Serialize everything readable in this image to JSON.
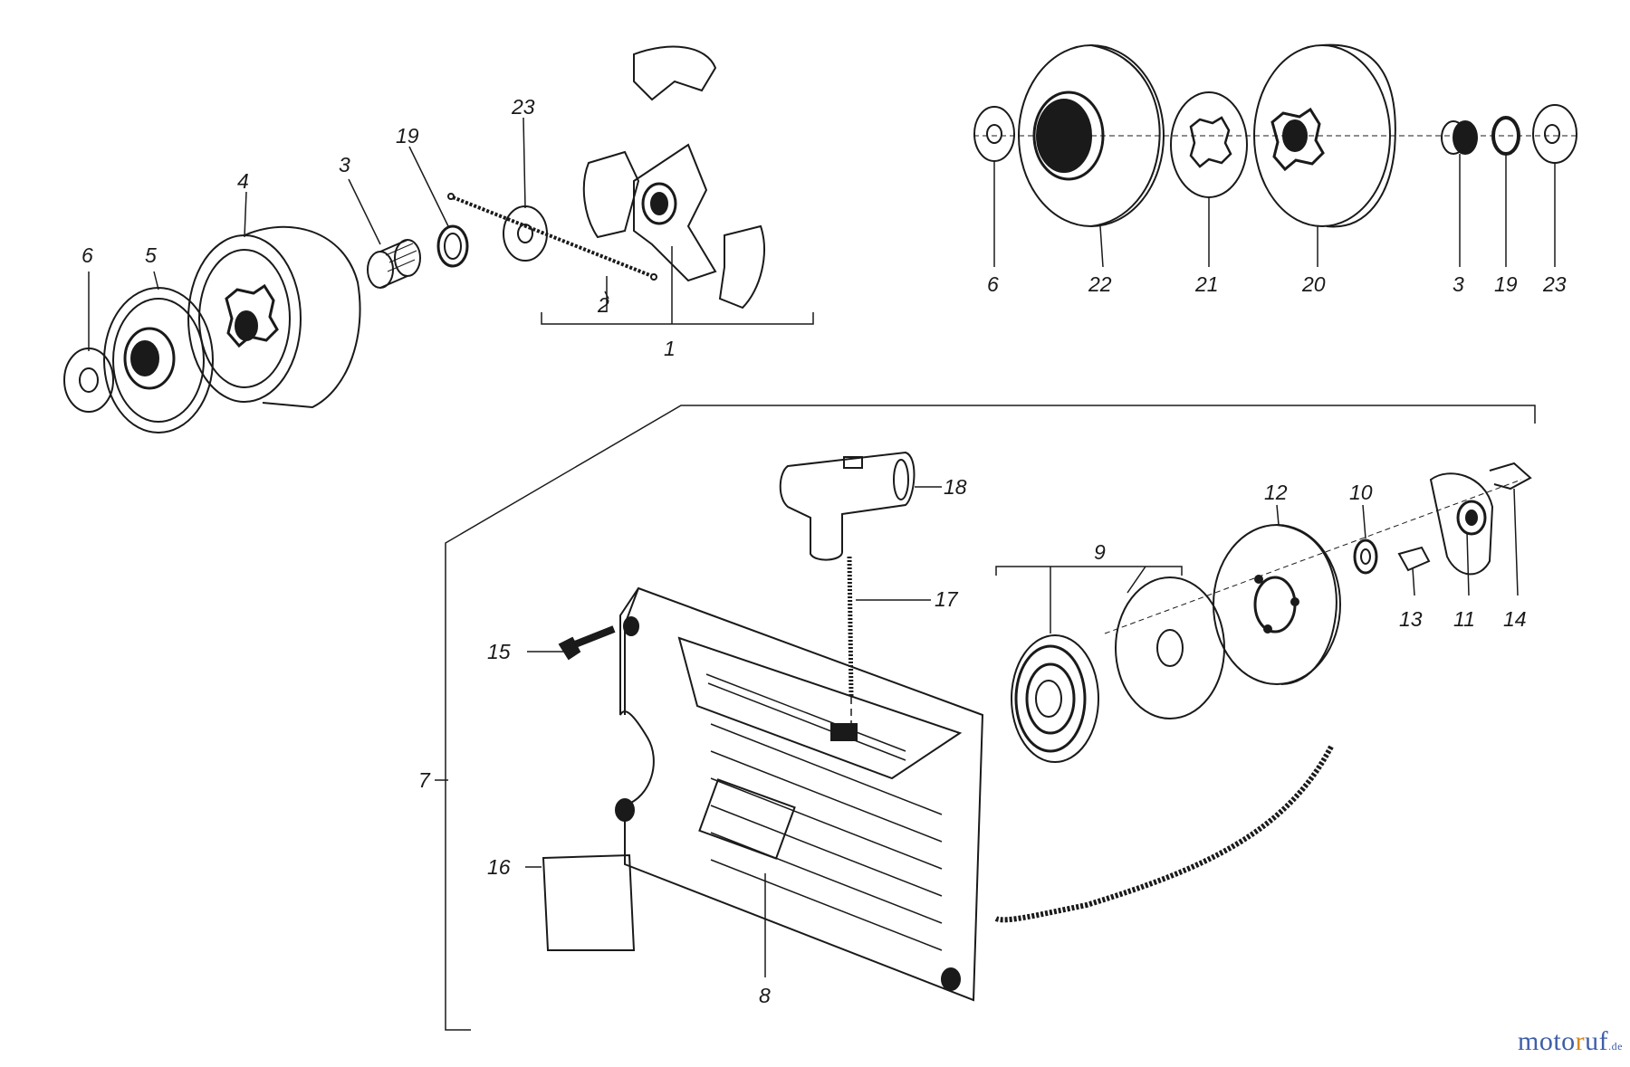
{
  "callouts": {
    "c1": "1",
    "c2": "2",
    "c3a": "3",
    "c3b": "3",
    "c4": "4",
    "c5": "5",
    "c6a": "6",
    "c6b": "6",
    "c7": "7",
    "c8": "8",
    "c9": "9",
    "c10": "10",
    "c11": "11",
    "c12": "12",
    "c13": "13",
    "c14": "14",
    "c15": "15",
    "c16": "16",
    "c17": "17",
    "c18": "18",
    "c19a": "19",
    "c19b": "19",
    "c20": "20",
    "c21": "21",
    "c22": "22",
    "c23a": "23",
    "c23b": "23"
  },
  "watermark": {
    "part1": "moto",
    "part2": "r",
    "part3": "uf",
    "part4": ".de"
  },
  "colors": {
    "ink": "#1a1a1a",
    "brand_blue": "#3f5ea8",
    "brand_orange": "#d5891c"
  }
}
